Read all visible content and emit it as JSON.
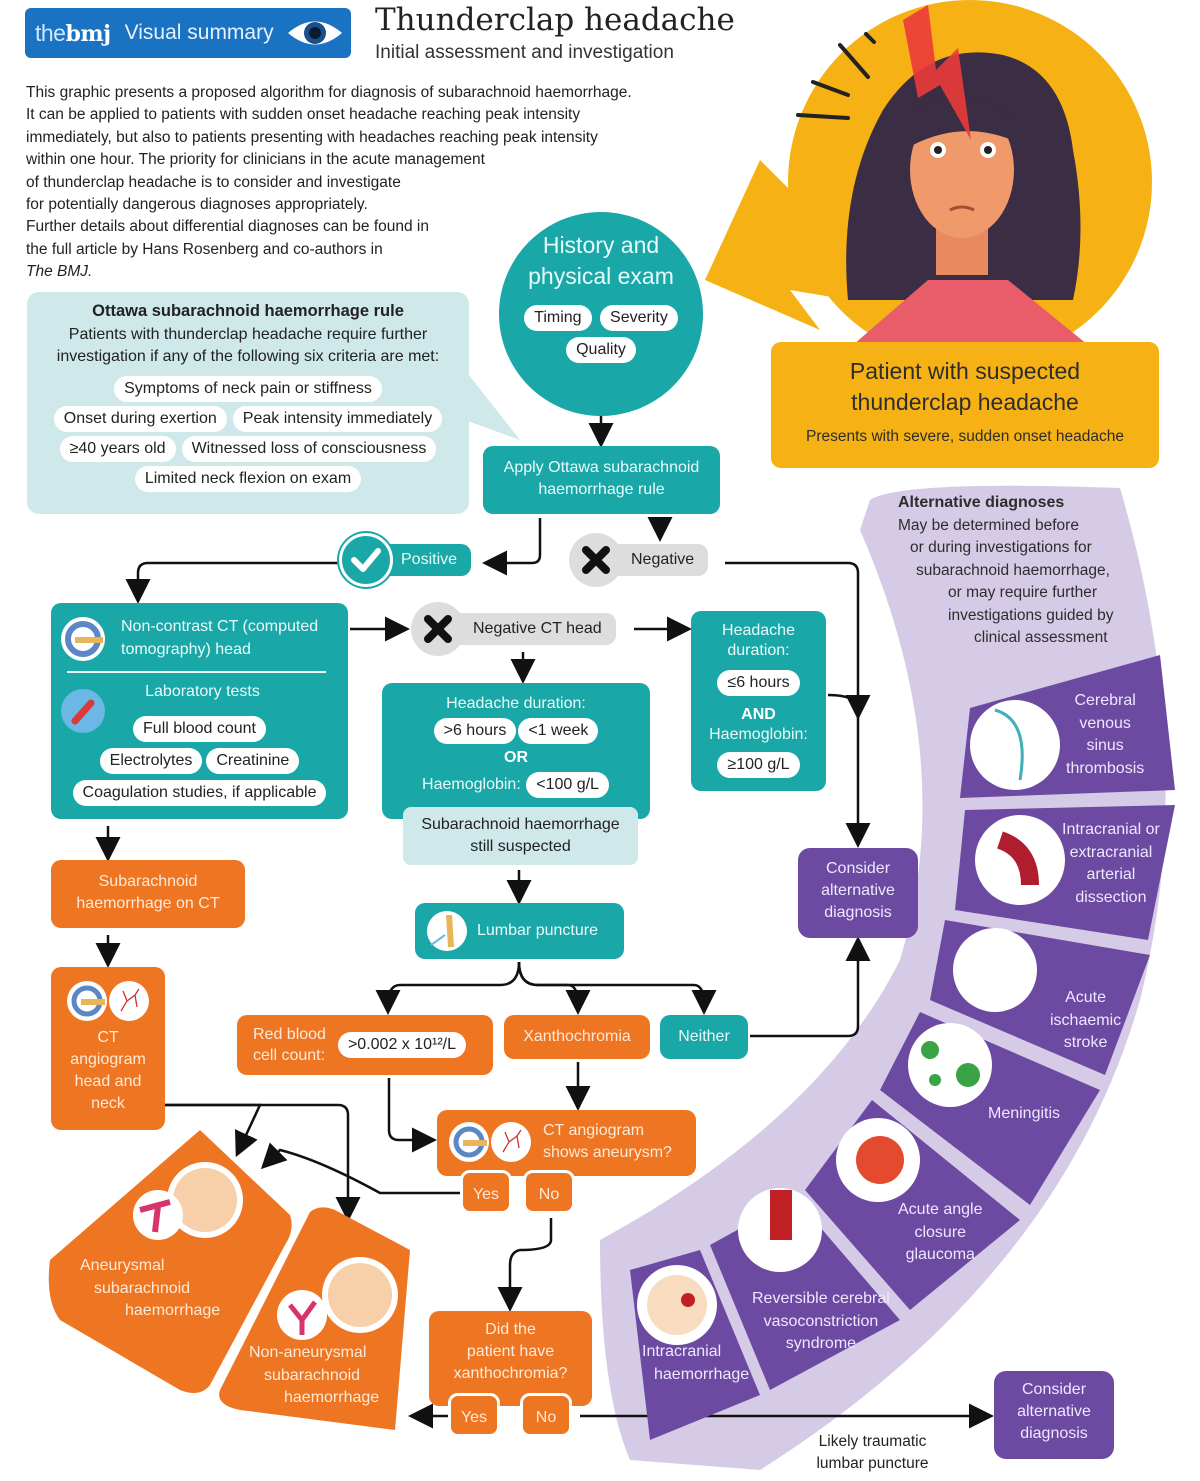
{
  "header": {
    "brand_prefix": "the",
    "brand_name": "bmj",
    "brand_section": "Visual summary",
    "title": "Thunderclap headache",
    "subtitle": "Initial assessment and investigation"
  },
  "intro": {
    "lines": [
      "This graphic presents a proposed algorithm for diagnosis of subarachnoid haemorrhage.",
      "It can be applied to patients with sudden onset headache reaching peak intensity",
      "immediately, but also to patients presenting with headaches reaching peak intensity",
      "within one hour. The priority for clinicians in the acute management",
      "of thunderclap headache is to consider and investigate",
      "for potentially dangerous diagnoses appropriately.",
      "Further details about differential diagnoses can be found in",
      "the full article by Hans Rosenberg and co-authors in "
    ],
    "journal": "The BMJ."
  },
  "ottawa": {
    "title": "Ottawa subarachnoid haemorrhage rule",
    "desc_1": "Patients with thunderclap headache require further",
    "desc_2": "investigation if any of the following six criteria are met:",
    "criteria": [
      "Symptoms of neck pain or stiffness",
      "Onset during exertion",
      "Peak intensity immediately",
      "≥40 years old",
      "Witnessed loss of consciousness",
      "Limited neck flexion on exam"
    ]
  },
  "history": {
    "title_1": "History and",
    "title_2": "physical exam",
    "items": [
      "Timing",
      "Severity",
      "Quality"
    ]
  },
  "patient": {
    "title_1": "Patient with suspected",
    "title_2": "thunderclap headache",
    "desc": "Presents with severe, sudden onset headache"
  },
  "apply_rule": {
    "line_1": "Apply Ottawa subarachnoid",
    "line_2": "haemorrhage rule"
  },
  "positive": "Positive",
  "negative": "Negative",
  "ct": {
    "title_1": "Non-contrast CT (computed",
    "title_2": "tomography) head",
    "lab_title": "Laboratory tests",
    "labs": [
      "Full blood count",
      "Electrolytes",
      "Creatinine",
      "Coagulation studies, if applicable"
    ]
  },
  "negative_ct": "Negative CT head",
  "duration_box": {
    "title": "Headache duration:",
    "d1": ">6 hours",
    "d2": "<1 week",
    "or": "OR",
    "hb_label": "Haemoglobin:",
    "hb_value": "<100 g/L"
  },
  "still_suspected": {
    "line_1": "Subarachnoid haemorrhage",
    "line_2": "still suspected"
  },
  "duration_right": {
    "title_1": "Headache",
    "title_2": "duration:",
    "d": "≤6 hours",
    "and": "AND",
    "hb_label": "Haemoglobin:",
    "hb_value": "≥100 g/L"
  },
  "consider": {
    "line_1": "Consider",
    "line_2": "alternative",
    "line_3": "diagnosis"
  },
  "sah_on_ct": {
    "line_1": "Subarachnoid",
    "line_2": "haemorrhage on CT"
  },
  "cta": {
    "lines": [
      "CT",
      "angiogram",
      "head and",
      "neck"
    ]
  },
  "lumbar": "Lumbar puncture",
  "rbc": {
    "line_1": "Red blood",
    "line_2": "cell count:",
    "value": ">0.002 x 10¹²/L"
  },
  "xanthochromia": "Xanthochromia",
  "neither": "Neither",
  "cta_ask": {
    "line_1": "CT angiogram",
    "line_2": "shows aneurysm?",
    "yes": "Yes",
    "no": "No"
  },
  "xantho_question": {
    "line_1": "Did the",
    "line_2": "patient have",
    "line_3": "xanthochromia?",
    "yes": "Yes",
    "no": "No"
  },
  "outcomes": {
    "aneurysmal": [
      "Aneurysmal",
      "subarachnoid",
      "haemorrhage"
    ],
    "non_aneurysmal": [
      "Non-aneurysmal",
      "subarachnoid",
      "haemorrhage"
    ]
  },
  "alternative": {
    "title": "Alternative diagnoses",
    "lines": [
      "May be determined before",
      "or during investigations for",
      "subarachnoid haemorrhage,",
      "or may require further",
      "investigations guided by",
      "clinical assessment"
    ],
    "diagnoses": [
      {
        "label": [
          "Cerebral",
          "venous",
          "sinus",
          "thrombosis"
        ],
        "icon": "venous-sinus-icon"
      },
      {
        "label": [
          "Intracranial or",
          "extracranial",
          "arterial",
          "dissection"
        ],
        "icon": "artery-dissection-icon"
      },
      {
        "label": [
          "Acute",
          "ischaemic",
          "stroke"
        ],
        "icon": "stroke-brain-icon"
      },
      {
        "label": [
          "Meningitis"
        ],
        "icon": "bacteria-icon"
      },
      {
        "label": [
          "Acute angle",
          "closure",
          "glaucoma"
        ],
        "icon": "eye-icon"
      },
      {
        "label": [
          "Reversible cerebral",
          "vasoconstriction",
          "syndrome"
        ],
        "icon": "vessel-icon"
      },
      {
        "label": [
          "Intracranial",
          "haemorrhage"
        ],
        "icon": "brain-bleed-icon"
      }
    ]
  },
  "traumatic": {
    "line_1": "Likely traumatic",
    "line_2": "lumbar puncture"
  },
  "colors": {
    "teal": "#1aa7a8",
    "orange": "#ee7623",
    "purple": "#6c4aa1",
    "lavender": "#d6cbe6",
    "yellow": "#f6b115",
    "bmj_blue": "#1a73c2",
    "light_teal": "#cfe8ea"
  }
}
